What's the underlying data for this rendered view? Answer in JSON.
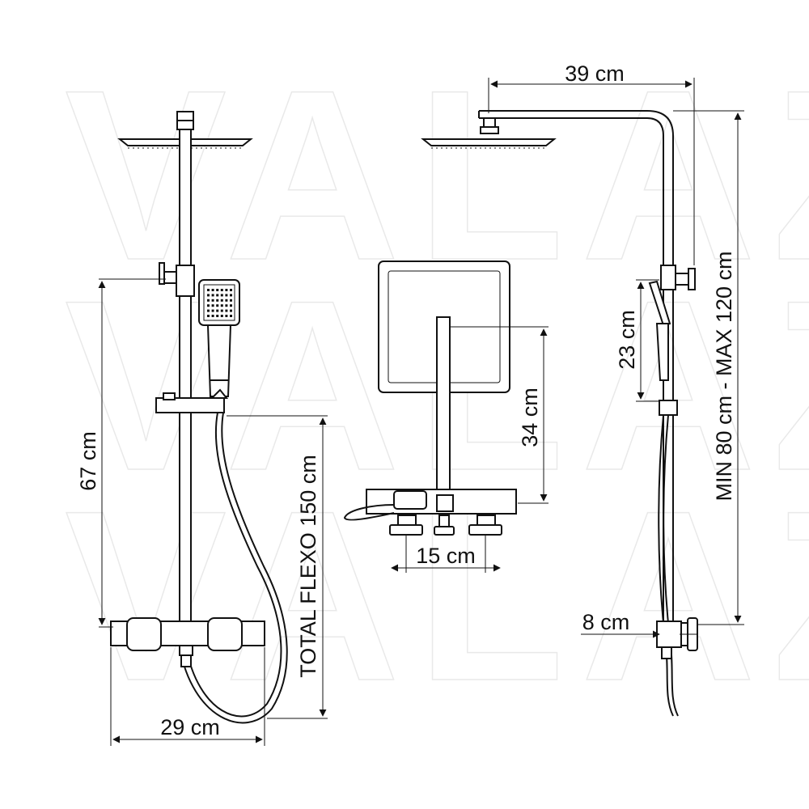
{
  "watermark": {
    "rows": [
      "VALAZ",
      "VALAZ",
      "VALAZ"
    ]
  },
  "dimensions": {
    "width_top": "39 cm",
    "mixer_to_shower": "67 cm",
    "total_hose": "TOTAL FLEXO 150 cm",
    "mixer_width": "29 cm",
    "head_arm_height": "34 cm",
    "valve_spacing": "15 cm",
    "slider_range": "23 cm",
    "column_height": "MIN 80 cm - MAX 120 cm",
    "wall_offset": "8 cm"
  },
  "colors": {
    "line": "#111111",
    "watermark": "#e9e9e9",
    "background": "#ffffff"
  }
}
